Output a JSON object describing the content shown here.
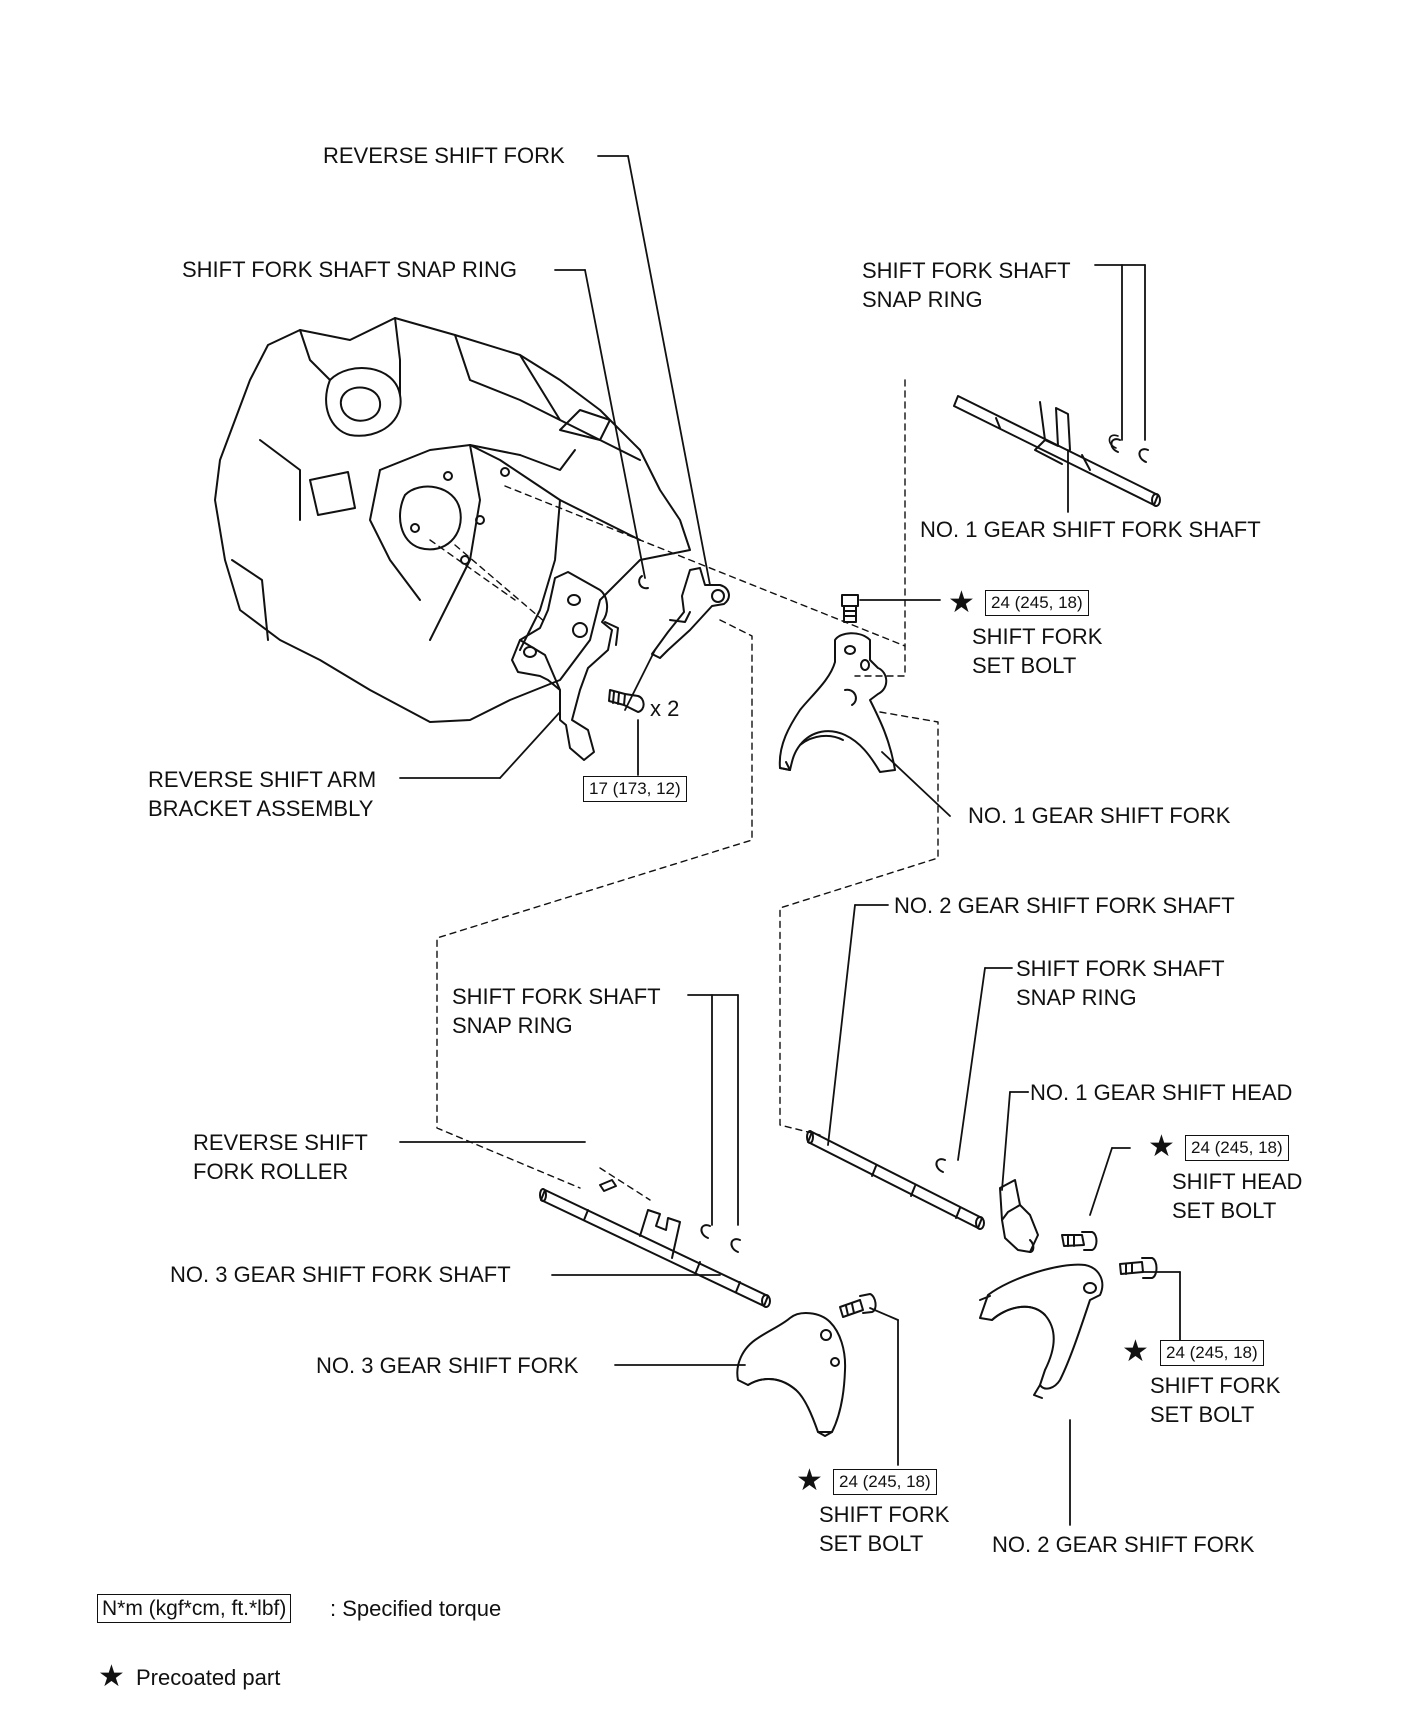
{
  "labels": {
    "reverse_shift_fork": "REVERSE SHIFT FORK",
    "snap_ring_left": "SHIFT FORK SHAFT SNAP RING",
    "snap_ring_top_right_1": "SHIFT FORK SHAFT",
    "snap_ring_top_right_2": "SNAP RING",
    "no1_shaft": "NO. 1 GEAR SHIFT FORK SHAFT",
    "shift_fork_set_bolt_1_a": "SHIFT FORK",
    "shift_fork_set_bolt_1_b": "SET BOLT",
    "x2": "x 2",
    "reverse_bracket_1": "REVERSE SHIFT ARM",
    "reverse_bracket_2": "BRACKET ASSEMBLY",
    "no1_fork": "NO. 1 GEAR SHIFT FORK",
    "no2_shaft": "NO. 2 GEAR SHIFT FORK SHAFT",
    "snap_ring_mid_right_1": "SHIFT FORK SHAFT",
    "snap_ring_mid_right_2": "SNAP RING",
    "snap_ring_mid_left_1": "SHIFT FORK SHAFT",
    "snap_ring_mid_left_2": "SNAP RING",
    "no1_head": "NO. 1 GEAR SHIFT HEAD",
    "roller_1": "REVERSE SHIFT",
    "roller_2": "FORK ROLLER",
    "head_bolt_1": "SHIFT HEAD",
    "head_bolt_2": "SET BOLT",
    "no3_shaft": "NO. 3 GEAR SHIFT FORK SHAFT",
    "no3_fork": "NO. 3 GEAR SHIFT FORK",
    "bolt_no2_a": "SHIFT FORK",
    "bolt_no2_b": "SET BOLT",
    "bolt_no3_a": "SHIFT FORK",
    "bolt_no3_b": "SET BOLT",
    "no2_fork": "NO. 2 GEAR SHIFT FORK"
  },
  "torques": {
    "t_no1_bolt": "24 (245, 18)",
    "t_bracket": "17 (173, 12)",
    "t_head_bolt": "24 (245, 18)",
    "t_no2_bolt": "24 (245, 18)",
    "t_no3_bolt": "24 (245, 18)"
  },
  "legend": {
    "torque_box": "N*m (kgf*cm, ft.*lbf)",
    "torque_text": ": Specified torque",
    "precoated_text": "Precoated part",
    "star_symbol": "★"
  },
  "icons": {
    "precoated": "star-icon",
    "transaxle_case": "transaxle-case-icon",
    "fork": "shift-fork-icon",
    "shaft": "shift-fork-shaft-icon",
    "snap_ring": "snap-ring-icon",
    "bolt": "bolt-icon"
  }
}
